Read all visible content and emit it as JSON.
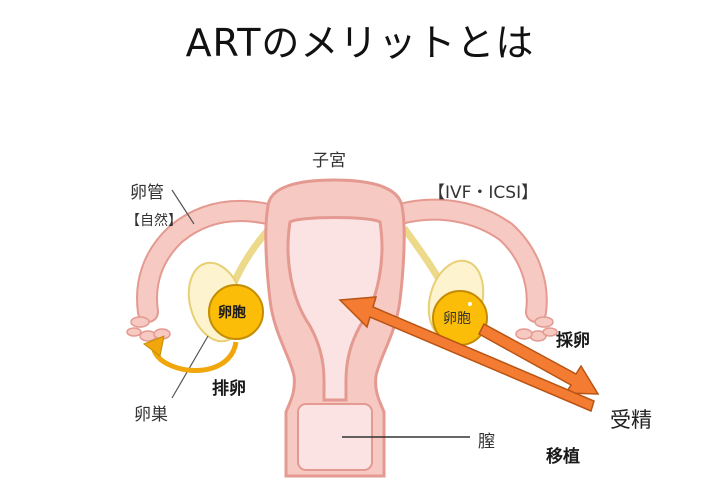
{
  "title": "ARTのメリットとは",
  "labels": {
    "uterus": "子宮",
    "tube": "卵管",
    "natural": "【自然】",
    "ivf": "【IVF・ICSI】",
    "egg_left": "卵胞",
    "egg_right": "卵胞",
    "ovary": "卵巣",
    "ovulation": "排卵",
    "retrieval": "採卵",
    "fertilization": "受精",
    "transfer": "移植",
    "vagina": "膣"
  },
  "colors": {
    "organ_fill": "#f7c9c3",
    "organ_stroke": "#e49a90",
    "cavity_fill": "#fbe3e3",
    "ovary_fill": "#fdf3cf",
    "follicle_fill": "#fbbd08",
    "ovulation_arrow": "#f1a60b",
    "ivf_arrow": "#f37b32"
  }
}
